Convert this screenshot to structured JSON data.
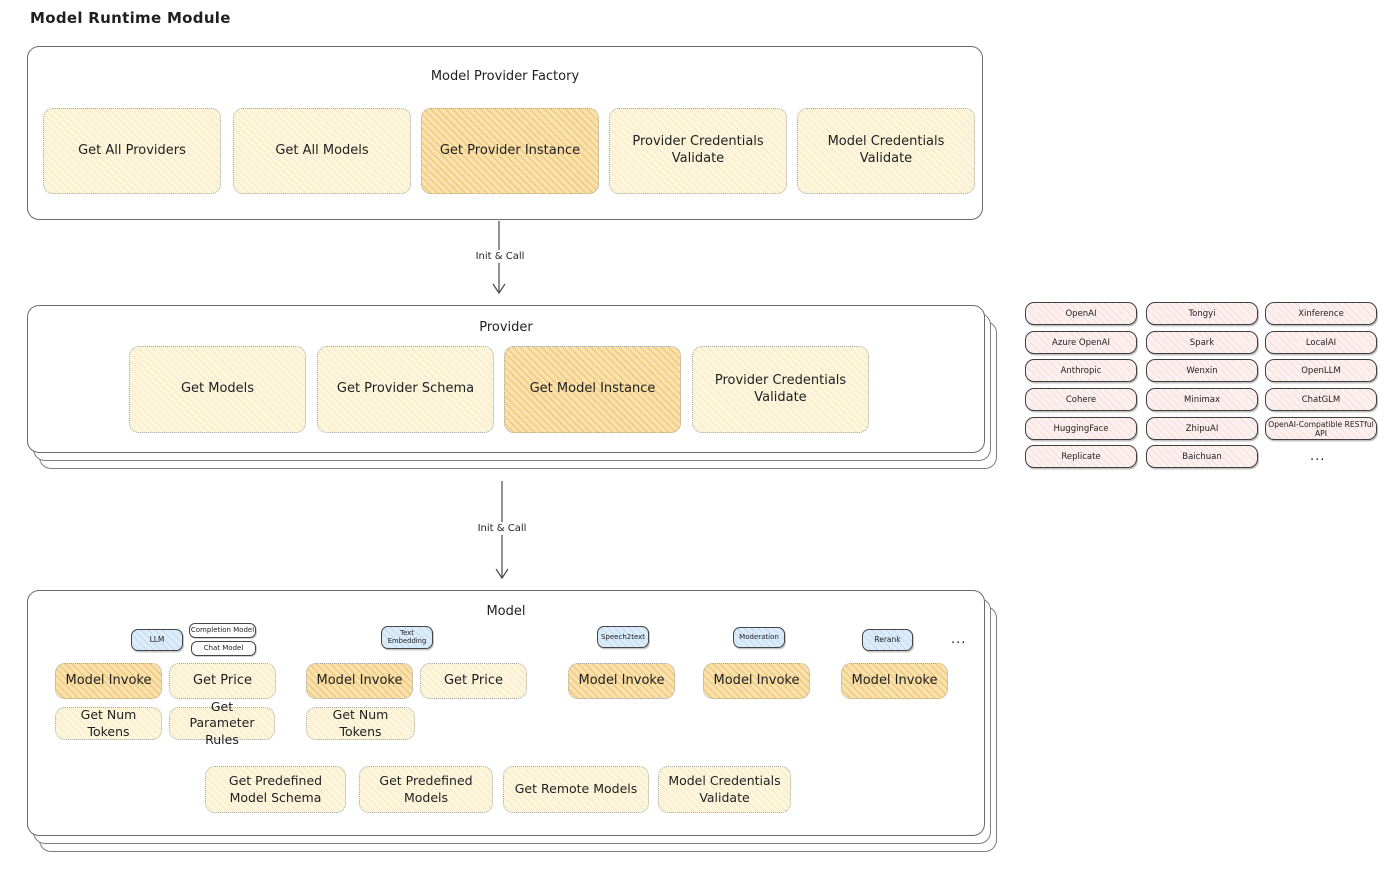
{
  "title": "Model Runtime Module",
  "colors": {
    "box_yellow": "#fdf6df",
    "box_orange": "#f9e2ae",
    "chip_pink": "#fdf1f0",
    "tab_blue": "#dcecfa"
  },
  "factory": {
    "title": "Model Provider Factory",
    "methods": [
      {
        "label": "Get All Providers"
      },
      {
        "label": "Get All Models"
      },
      {
        "label": "Get Provider Instance"
      },
      {
        "label": "Provider Credentials Validate"
      },
      {
        "label": "Model Credentials Validate"
      }
    ]
  },
  "arrow1": {
    "label": "Init & Call"
  },
  "arrow2": {
    "label": "Init & Call"
  },
  "provider": {
    "title": "Provider",
    "methods": [
      {
        "label": "Get Models"
      },
      {
        "label": "Get Provider Schema"
      },
      {
        "label": "Get Model Instance"
      },
      {
        "label": "Provider Credentials Validate"
      }
    ]
  },
  "providers": {
    "items": [
      "OpenAI",
      "Tongyi",
      "Xinference",
      "Azure OpenAI",
      "Spark",
      "LocalAI",
      "Anthropic",
      "Wenxin",
      "OpenLLM",
      "Cohere",
      "Minimax",
      "ChatGLM",
      "HuggingFace",
      "ZhipuAI",
      "OpenAI-Compatible RESTful API",
      "Replicate",
      "Baichuan"
    ],
    "more": "..."
  },
  "model": {
    "title": "Model",
    "more": "...",
    "tabs": {
      "llm": "LLM",
      "completion": "Completion Model",
      "chat": "Chat Model",
      "text_embedding": "Text Embedding",
      "speech2text": "Speech2text",
      "moderation": "Moderation",
      "rerank": "Rerank"
    },
    "methods": {
      "llm_invoke": "Model Invoke",
      "llm_get_price": "Get Price",
      "llm_get_num_tokens": "Get Num Tokens",
      "llm_get_parameter_rules": "Get Parameter Rules",
      "te_invoke": "Model Invoke",
      "te_get_price": "Get Price",
      "te_get_num_tokens": "Get Num Tokens",
      "s2t_invoke": "Model Invoke",
      "mod_invoke": "Model Invoke",
      "rerank_invoke": "Model Invoke",
      "get_predefined_model_schema": "Get Predefined Model Schema",
      "get_predefined_models": "Get Predefined Models",
      "get_remote_models": "Get Remote Models",
      "model_credentials_validate": "Model Credentials Validate"
    }
  }
}
